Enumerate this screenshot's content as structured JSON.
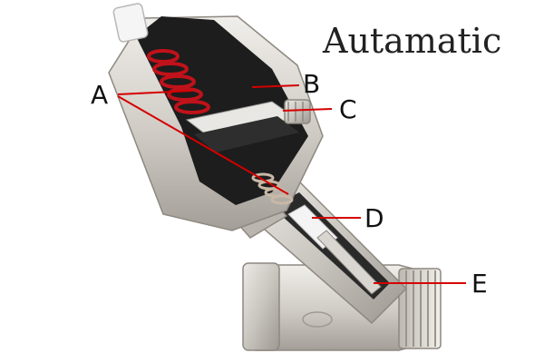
{
  "title": "Autamatic",
  "labels": {
    "a": "A",
    "b": "B",
    "c": "C",
    "d": "D",
    "e": "E"
  },
  "colors": {
    "leader": "#d40000",
    "metal_light": "#dedbd6",
    "metal_mid": "#b9b5ae",
    "metal_dark": "#8f8a83",
    "inner_black": "#1a1a1a",
    "spring_red": "#c0121a",
    "white_part": "#f4f4f4"
  }
}
